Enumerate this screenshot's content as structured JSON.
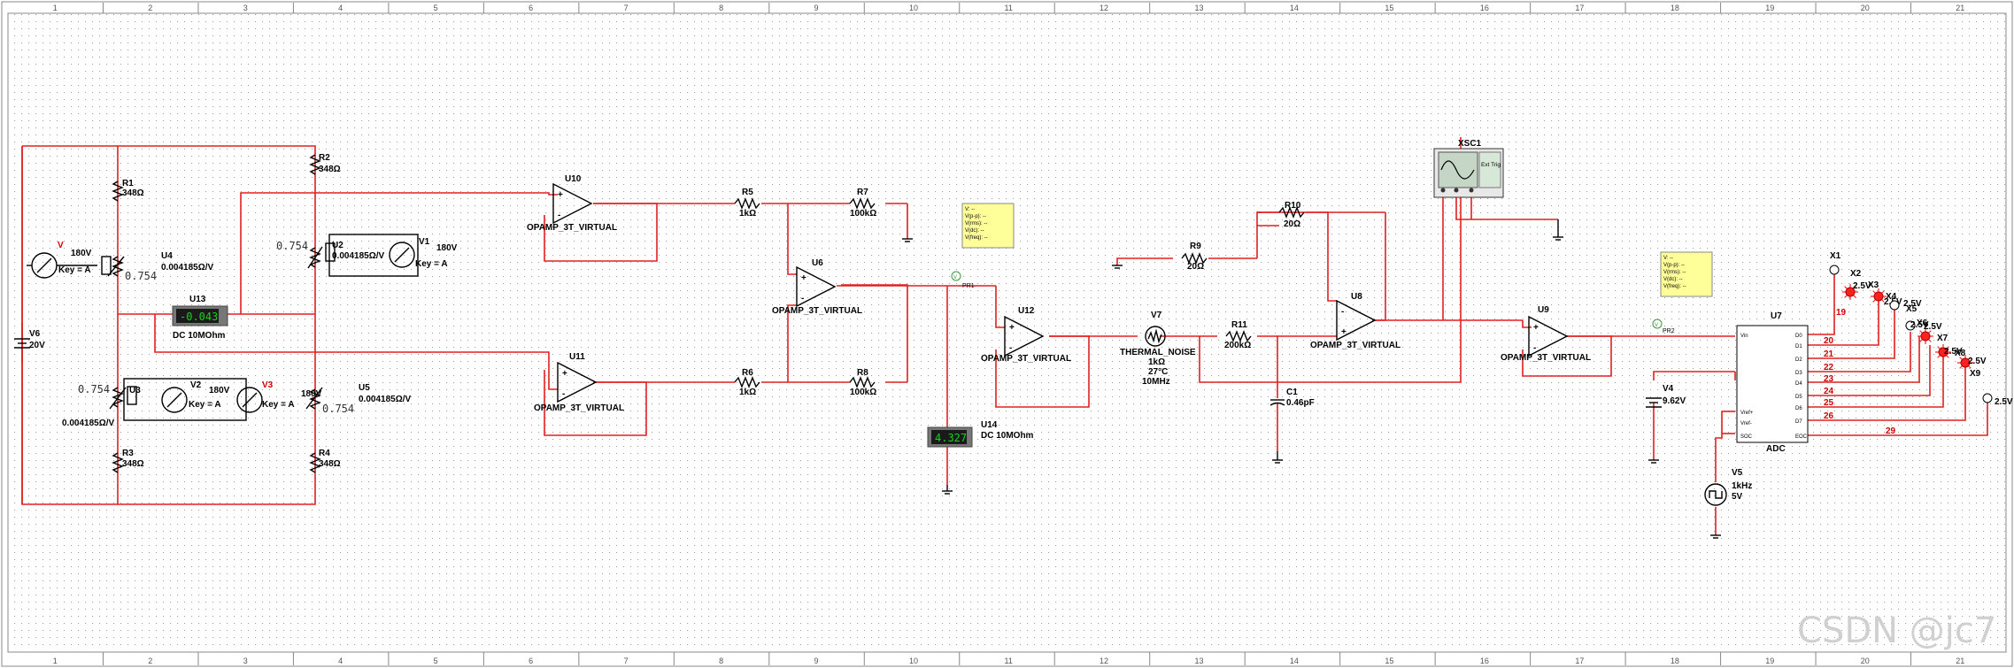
{
  "watermark": "CSDN @jc7",
  "ruler_numbers": [
    "1",
    "2",
    "3",
    "4",
    "5",
    "6",
    "7",
    "8",
    "9",
    "10",
    "11",
    "12",
    "13",
    "14",
    "15",
    "16",
    "17",
    "18",
    "19",
    "20",
    "21"
  ],
  "colors": {
    "wire": "#e02020",
    "grid_dot": "#9a9a9a",
    "background": "#ffffff",
    "meter_bg": "#1a1a1a",
    "meter_fg": "#19d219",
    "probe_note": "#ffff99",
    "led": "#ff2020"
  },
  "components": {
    "R1": {
      "ref": "R1",
      "value": "348Ω"
    },
    "R2": {
      "ref": "R2",
      "value": "348Ω"
    },
    "R3": {
      "ref": "R3",
      "value": "348Ω"
    },
    "R4": {
      "ref": "R4",
      "value": "348Ω"
    },
    "R5": {
      "ref": "R5",
      "value": "1kΩ"
    },
    "R6": {
      "ref": "R6",
      "value": "1kΩ"
    },
    "R7": {
      "ref": "R7",
      "value": "100kΩ"
    },
    "R8": {
      "ref": "R8",
      "value": "100kΩ"
    },
    "R9": {
      "ref": "R9",
      "value": "20Ω"
    },
    "R10": {
      "ref": "R10",
      "value": "20Ω"
    },
    "R11": {
      "ref": "R11",
      "value": "200kΩ"
    },
    "C1": {
      "ref": "C1",
      "value": "0.46pF"
    },
    "V": {
      "ref": "V",
      "value": "180V",
      "key": "Key = A"
    },
    "V1": {
      "ref": "V1",
      "value": "180V",
      "key": "Key = A"
    },
    "V2": {
      "ref": "V2",
      "value": "180V",
      "key": "Key = A"
    },
    "V3": {
      "ref": "V3",
      "value": "180V",
      "key": "Key = A"
    },
    "U4": {
      "ref": "U4",
      "value": "0.004185Ω/V",
      "reading": "0.754"
    },
    "U2": {
      "ref": "U2",
      "value": "0.004185Ω/V",
      "reading": "0.754"
    },
    "U3": {
      "ref": "U3",
      "value": "0.004185Ω/V",
      "reading": "0.754"
    },
    "U5": {
      "ref": "U5",
      "value": "0.004185Ω/V",
      "reading": "0.754"
    },
    "V6": {
      "ref": "V6",
      "value": "20V"
    },
    "V4": {
      "ref": "V4",
      "value": "9.62V"
    },
    "V5": {
      "ref": "V5",
      "value": "1kHz",
      "value2": "5V"
    },
    "V7": {
      "ref": "V7",
      "name": "THERMAL_NOISE",
      "p1": "1kΩ",
      "p2": "27°C",
      "p3": "10MHz"
    },
    "U13": {
      "ref": "U13",
      "reading": "-0.043",
      "mode": "DC  10MOhm"
    },
    "U14": {
      "ref": "U14",
      "reading": "4.327",
      "mode": "DC  10MOhm"
    },
    "U7": {
      "ref": "U7",
      "name": "ADC",
      "pins_left": [
        "Vin",
        "Vref+",
        "Vref-",
        "SOC"
      ],
      "pins_right": [
        "D0",
        "D1",
        "D2",
        "D3",
        "D4",
        "D5",
        "D6",
        "D7",
        "EOC"
      ]
    },
    "XSC1": {
      "ref": "XSC1",
      "ext": "Ext Trig"
    },
    "PR1": {
      "ref": "PR1"
    },
    "PR2": {
      "ref": "PR2"
    }
  },
  "opamps": [
    {
      "ref": "U10",
      "model": "OPAMP_3T_VIRTUAL"
    },
    {
      "ref": "U11",
      "model": "OPAMP_3T_VIRTUAL"
    },
    {
      "ref": "U6",
      "model": "OPAMP_3T_VIRTUAL"
    },
    {
      "ref": "U12",
      "model": "OPAMP_3T_VIRTUAL"
    },
    {
      "ref": "U8",
      "model": "OPAMP_3T_VIRTUAL"
    },
    {
      "ref": "U9",
      "model": "OPAMP_3T_VIRTUAL"
    }
  ],
  "probe_note_lines": [
    "V: --",
    "V(p-p): --",
    "V(rms): --",
    "V(dc): --",
    "V(freq): --"
  ],
  "net_labels": [
    "19",
    "20",
    "21",
    "22",
    "23",
    "24",
    "25",
    "26",
    "29"
  ],
  "probes": [
    {
      "ref": "X1",
      "value": ""
    },
    {
      "ref": "X2",
      "value": "2.5V"
    },
    {
      "ref": "X3",
      "value": "2.5V"
    },
    {
      "ref": "X4",
      "value": "2.5V"
    },
    {
      "ref": "X5",
      "value": "2.5V"
    },
    {
      "ref": "X6",
      "value": "2.5V"
    },
    {
      "ref": "X7",
      "value": "2.5V"
    },
    {
      "ref": "X8",
      "value": "2.5V"
    },
    {
      "ref": "X9",
      "value": "2.5V"
    }
  ]
}
